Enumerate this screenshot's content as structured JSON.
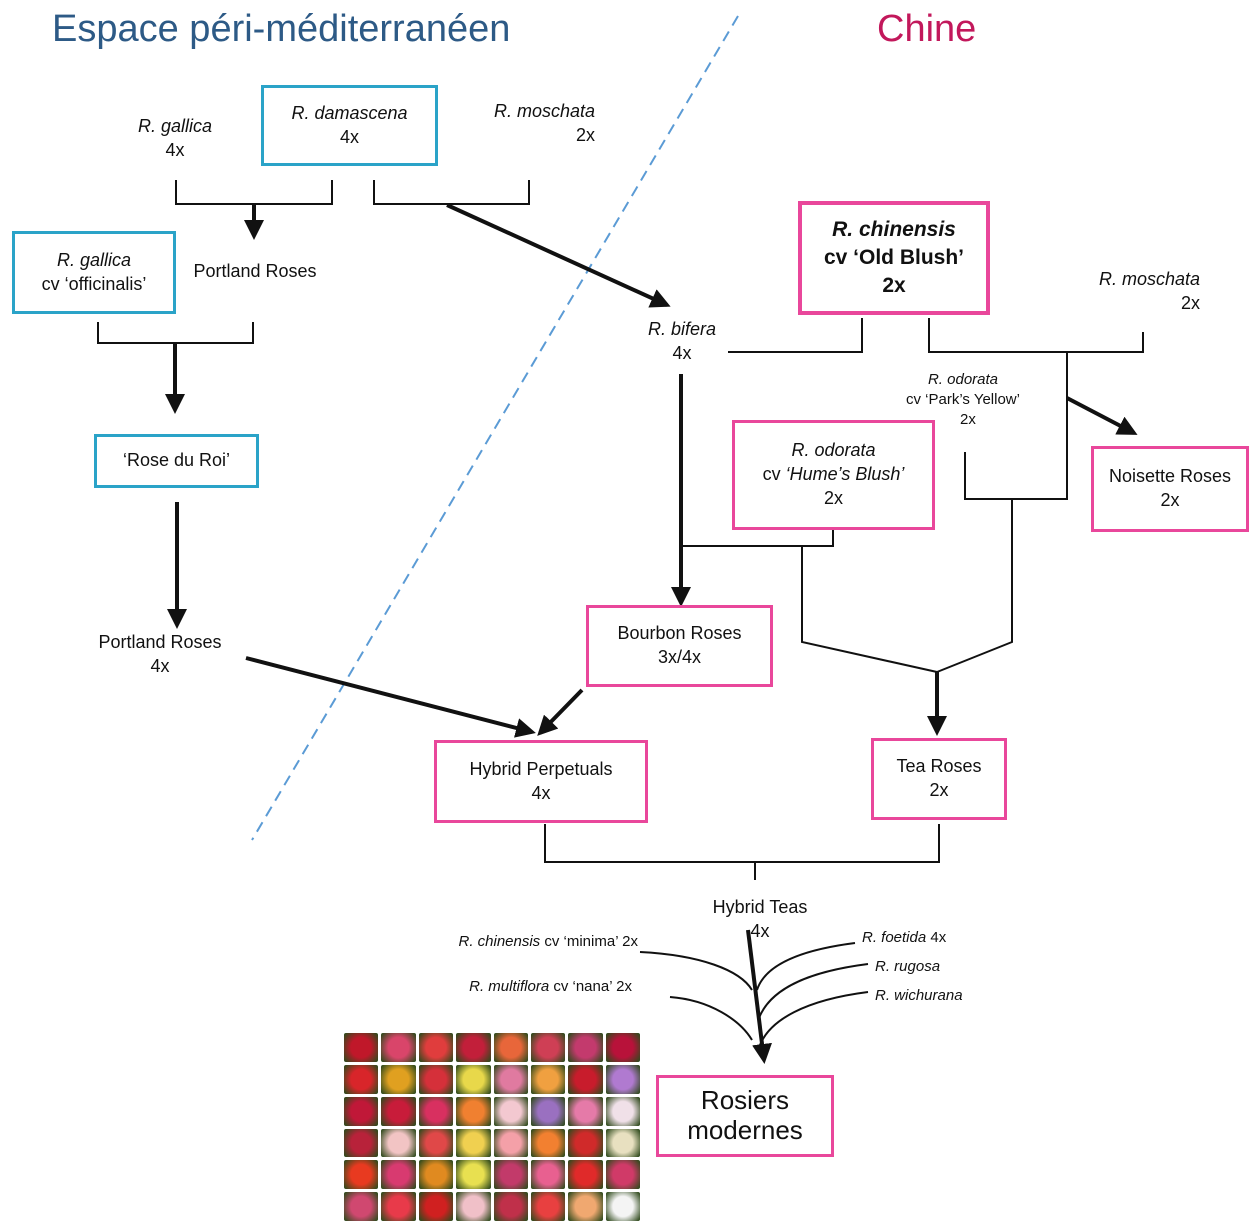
{
  "regions": {
    "left": {
      "label": "Espace péri-méditerranéen",
      "color": "#2d5a86"
    },
    "right": {
      "label": "Chine",
      "color": "#c2185b"
    }
  },
  "colors": {
    "blue_box": "#2aa3c8",
    "pink_box": "#e9479b",
    "divider": "#5b9bd5"
  },
  "nodes": {
    "gallica": {
      "name": "R. gallica",
      "ploidy": "4x"
    },
    "damascena": {
      "name": "R. damascena",
      "ploidy": "4x"
    },
    "moschata_left": {
      "name": "R. moschata",
      "ploidy": "2x"
    },
    "gallica_officinalis": {
      "name": "R. gallica",
      "cv": "cv ‘officinalis’"
    },
    "portland1": {
      "name": "Portland Roses"
    },
    "rose_du_roi": {
      "name": "‘Rose du Roi’"
    },
    "portland2": {
      "name": "Portland Roses",
      "ploidy": "4x"
    },
    "bifera": {
      "name": "R. bifera",
      "ploidy": "4x"
    },
    "chinensis": {
      "name": "R. chinensis",
      "cv": "cv ‘Old Blush’",
      "ploidy": "2x"
    },
    "moschata_right": {
      "name": "R. moschata",
      "ploidy": "2x"
    },
    "parks_yellow": {
      "name": "R. odorata",
      "cv": "cv ‘Park’s Yellow’",
      "ploidy": "2x"
    },
    "humes_blush": {
      "name": "R. odorata",
      "cv_prefix": "cv ",
      "cv_name": "‘Hume’s Blush’",
      "ploidy": "2x"
    },
    "noisette": {
      "name": "Noisette Roses",
      "ploidy": "2x"
    },
    "bourbon": {
      "name": "Bourbon Roses",
      "ploidy": "3x/4x"
    },
    "hybrid_perpetuals": {
      "name": "Hybrid Perpetuals",
      "ploidy": "4x"
    },
    "tea_roses": {
      "name": "Tea Roses",
      "ploidy": "2x"
    },
    "hybrid_teas": {
      "name": "Hybrid Teas",
      "ploidy": "4x"
    },
    "modern": {
      "line1": "Rosiers",
      "line2": "modernes"
    }
  },
  "contributors": {
    "chinensis_minima": {
      "name": "R. chinensis",
      "cv": "cv ‘minima’ 2x"
    },
    "multiflora_nana": {
      "name": "R. multiflora",
      "cv": "cv ‘nana’ 2x"
    },
    "foetida": {
      "name": "R. foetida",
      "ploidy": "4x"
    },
    "rugosa": {
      "name": "R. rugosa"
    },
    "wichurana": {
      "name": "R. wichurana"
    }
  },
  "photo_grid": {
    "rows": 6,
    "cols": 8,
    "colors": [
      "#c0182a",
      "#d9456a",
      "#e03d3d",
      "#c21f3a",
      "#e8663a",
      "#cf3f55",
      "#c33a6d",
      "#b8123a",
      "#d8252a",
      "#e0a020",
      "#d5303a",
      "#e8d84a",
      "#e07aa0",
      "#f0a040",
      "#c81c2c",
      "#b07ad0",
      "#c01838",
      "#c81c3a",
      "#d83060",
      "#f08030",
      "#f3c8d0",
      "#9a70c0",
      "#e57aa8",
      "#f0e0e8",
      "#b8223a",
      "#f2c4c4",
      "#e04848",
      "#f0d050",
      "#f4a0a8",
      "#f28030",
      "#d02a2a",
      "#e8e0c0",
      "#e83a20",
      "#d83a70",
      "#e08a20",
      "#e8e050",
      "#c23a6a",
      "#e86090",
      "#e02a2a",
      "#d03a68",
      "#d04870",
      "#e83a4a",
      "#d02020",
      "#f0c0c8",
      "#c0304a",
      "#e84040",
      "#f0a870",
      "#f4f4f4"
    ]
  }
}
